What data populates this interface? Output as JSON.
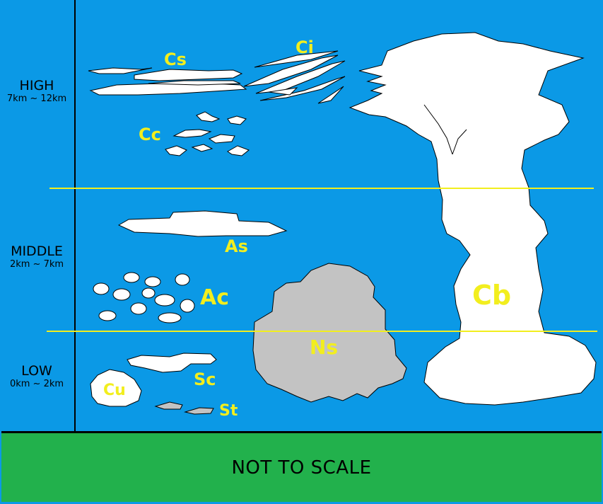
{
  "colors": {
    "sky": "#0b99e6",
    "ground": "#22b14c",
    "boundary_line": "#f2ee1e",
    "label_text": "#f2ee1e",
    "cloud": "#ffffff",
    "nimbostratus": "#c3c3c3"
  },
  "levels": [
    {
      "name": "HIGH",
      "range": "7km ~ 12km"
    },
    {
      "name": "MIDDLE",
      "range": "2km ~ 7km"
    },
    {
      "name": "LOW",
      "range": "0km ~ 2km"
    }
  ],
  "clouds": {
    "cs": "Cs",
    "ci": "Ci",
    "cc": "Cc",
    "cb": "Cb",
    "as": "As",
    "ac": "Ac",
    "ns": "Ns",
    "sc": "Sc",
    "cu": "Cu",
    "st": "St"
  },
  "footer": "NOT TO SCALE"
}
